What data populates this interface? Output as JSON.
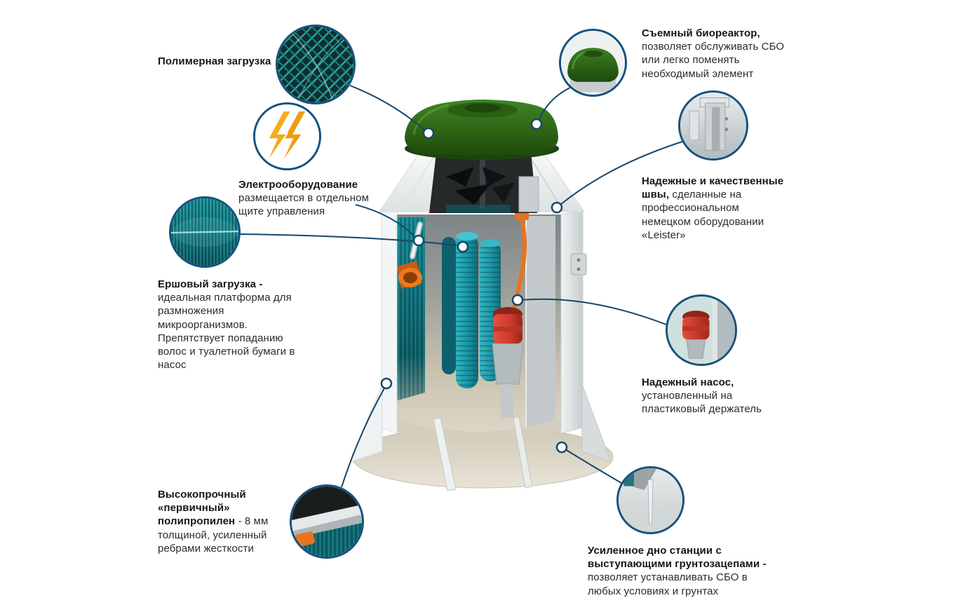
{
  "diagram": {
    "labels": {
      "polymer": {
        "title": "Полимерная загрузка"
      },
      "electro": {
        "title": "Электрооборудование",
        "body": "размещается в отдельном щите управления"
      },
      "ersh": {
        "title": "Ершовый загрузка -",
        "body": "идеальная платформа для размножения микроорганизмов. Препятствует попаданию волос и туалетной бумаги в насос"
      },
      "polypropylene": {
        "title": "Высокопрочный «первичный» полипропилен",
        "body": "- 8 мм толщиной, усиленный ребрами жесткости"
      },
      "bioreactor": {
        "title": "Съемный биореактор,",
        "body": "позволяет обслуживать СБО или легко поменять необходимый элемент"
      },
      "seams": {
        "title": "Надежные и качественные швы,",
        "body": "сделанные на профессиональном немецком оборудовании «Leister»"
      },
      "pump": {
        "title": "Надежный насос,",
        "body": "установленный на пластиковый держатель"
      },
      "bottom": {
        "title": "Усиленное дно станции с выступающими грунтозацепами -",
        "body": "позволяет устанавливать СБО в любых условиях и грунтах"
      }
    },
    "icons": {
      "mesh": "polymer-media-texture",
      "lightning": "electric-bolts",
      "brush": "brush-media-texture",
      "wall": "wall-cutaway-detail",
      "lid": "green-lid-detail",
      "weld": "weld-seam-detail",
      "pump": "red-pump-detail",
      "bottom": "reinforced-bottom-detail"
    },
    "colors": {
      "callout_border": "#15517c",
      "connector_line": "#16476b",
      "lid_green": "#2f6a17",
      "media_teal": "#1795a5",
      "pipe_orange": "#e8731f",
      "pump_red": "#d0392c",
      "bolt_orange": "#f6a71c",
      "text": "#2b2b2b"
    }
  }
}
